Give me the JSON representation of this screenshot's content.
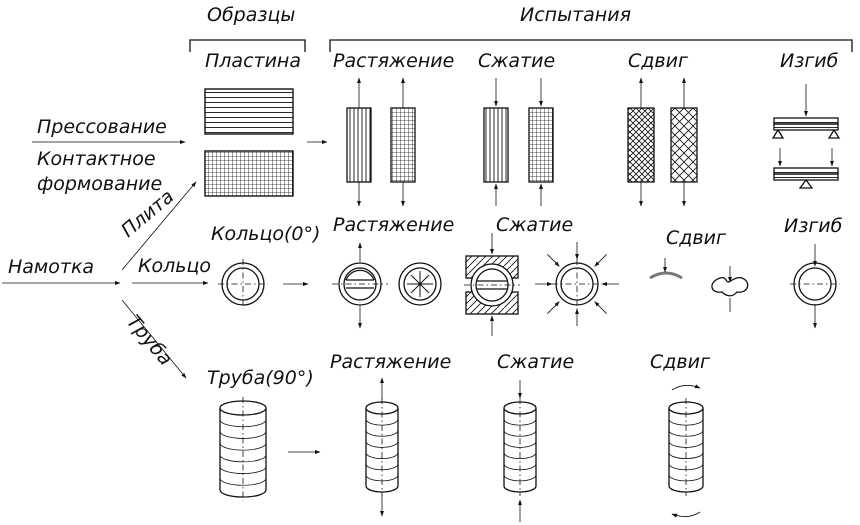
{
  "labels": {
    "samples_header": "Образцы",
    "tests_header": "Испытания",
    "plate": "Пластина",
    "pressing": "Прессование",
    "contact_line1": "Контактное",
    "contact_line2": "формование",
    "winding": "Намотка",
    "slab": "Плита",
    "ring_branch": "Кольцо",
    "tube_branch": "Труба",
    "ring_sample": "Кольцо(0°)",
    "tube_sample": "Труба(90°)",
    "tension": "Растяжение",
    "compression": "Сжатие",
    "shear": "Сдвиг",
    "bending": "Изгиб"
  }
}
